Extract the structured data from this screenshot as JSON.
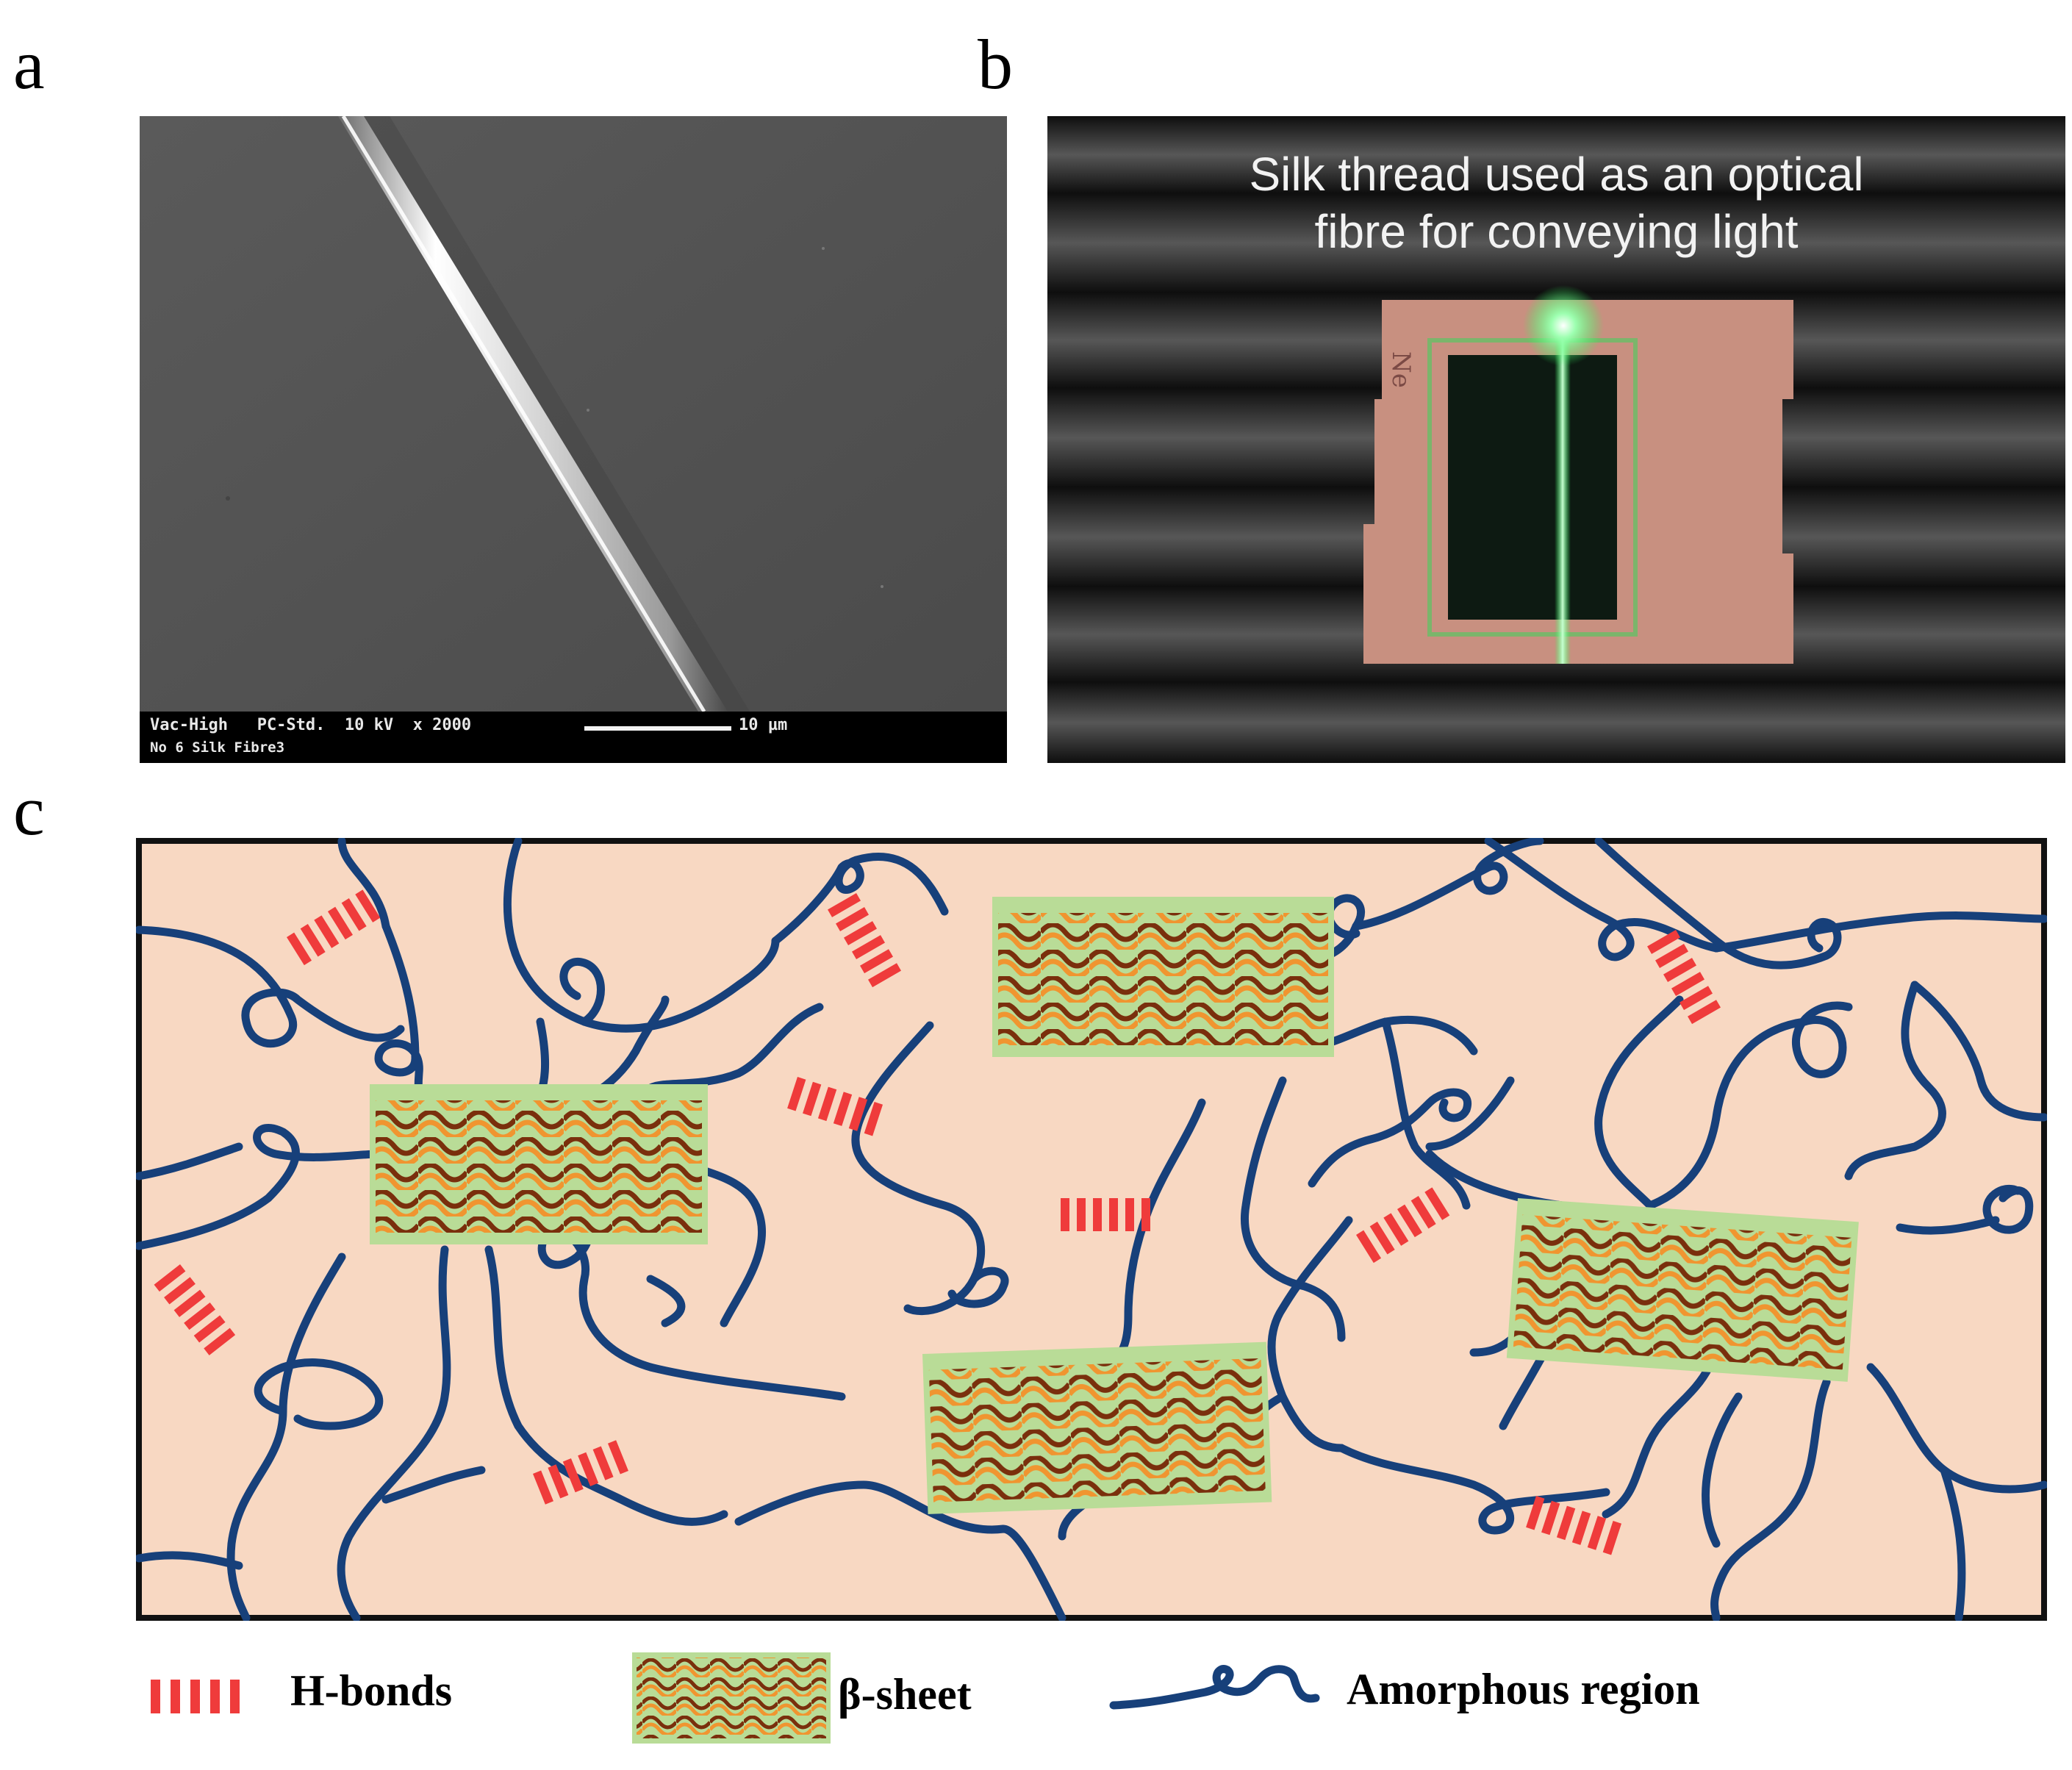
{
  "panels": {
    "a": {
      "letter": "a"
    },
    "b": {
      "letter": "b"
    },
    "c": {
      "letter": "c"
    }
  },
  "sem": {
    "info_line1": "Vac-High   PC-Std.  10 kV  x 2000",
    "info_line2": "No 6 Silk Fibre3",
    "scale_label": "10 µm"
  },
  "photo": {
    "caption_line1": "Silk thread used as an optical",
    "caption_line2": "fibre for conveying light"
  },
  "legend": {
    "hbonds": "H-bonds",
    "beta_sheet": "β-sheet",
    "amorphous": "Amorphous region"
  },
  "colors": {
    "background_c": "#f8d8c2",
    "chain": "#17407a",
    "hbond": "#ef3b3b",
    "sheet_bg": "#b9dc97",
    "wave_brown": "#7a2f0c",
    "wave_orange": "#f09530"
  }
}
